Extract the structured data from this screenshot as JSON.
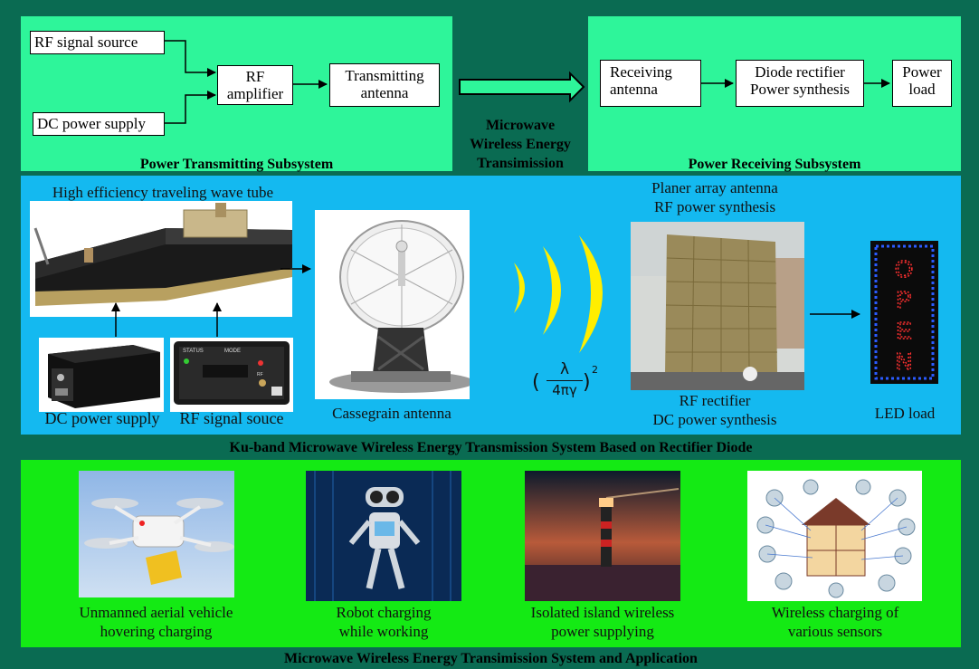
{
  "transmit": {
    "rf_source": "RF signal source",
    "dc_supply": "DC power supply",
    "amplifier_l1": "RF",
    "amplifier_l2": "amplifier",
    "tx_antenna_l1": "Transmitting",
    "tx_antenna_l2": "antenna",
    "title": "Power Transmitting Subsystem"
  },
  "middle": {
    "l1": "Microwave",
    "l2": "Wireless Energy",
    "l3": "Transimission"
  },
  "receive": {
    "rx_antenna_l1": "Receiving",
    "rx_antenna_l2": "antenna",
    "rectifier_l1": "Diode rectifier",
    "rectifier_l2": "Power synthesis",
    "load_l1": "Power",
    "load_l2": "load",
    "title": "Power Receiving Subsystem"
  },
  "system": {
    "twt": "High efficiency traveling wave tube",
    "dc_supply": "DC power supply",
    "rf_source": "RF signal souce",
    "cassegrain": "Cassegrain antenna",
    "formula_num": "λ",
    "formula_den": "4πγ",
    "formula_exp": "2",
    "planer_l1": "Planer array antenna",
    "planer_l2": "RF power synthesis",
    "rect_l1": "RF rectifier",
    "rect_l2": "DC power synthesis",
    "led": "LED load",
    "led_sign": "OPEN",
    "status_label": "STATUS",
    "mode_label": "MODE",
    "rf_tag": "RF",
    "title": "Ku-band Microwave Wireless Energy Transmission System Based on Rectifier Diode"
  },
  "apps": {
    "uav_l1": "Unmanned aerial vehicle",
    "uav_l2": "hovering charging",
    "robot_l1": "Robot charging",
    "robot_l2": "while working",
    "island_l1": "Isolated island wireless",
    "island_l2": "power supplying",
    "sensor_l1": "Wireless charging of",
    "sensor_l2": "various sensors",
    "title": "Microwave Wireless Energy Transimission System and  Application"
  },
  "colors": {
    "frame": "#0a6b52",
    "mint": "#2ef59a",
    "blue": "#14b9f0",
    "green": "#14ea14",
    "wave": "#ffee00"
  }
}
